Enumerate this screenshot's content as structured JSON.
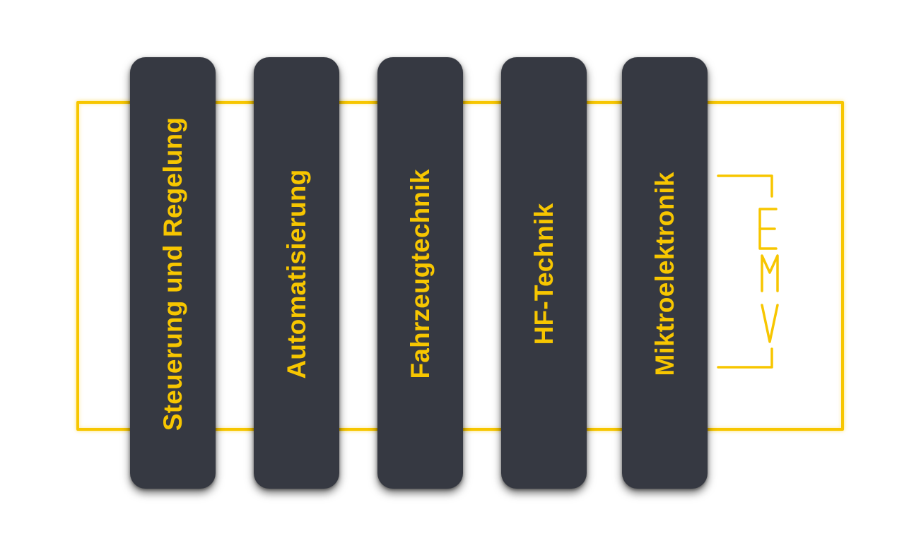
{
  "colors": {
    "accent": "#f7c600",
    "pillar": "#363942",
    "background": "#ffffff"
  },
  "pillars": [
    {
      "label": "Steuerung und Regelung"
    },
    {
      "label": "Automatisierung"
    },
    {
      "label": "Fahrzeugtechnik"
    },
    {
      "label": "HF-Technik"
    },
    {
      "label": "Miktroelektronik"
    }
  ],
  "bracket": {
    "label": "EMV"
  }
}
